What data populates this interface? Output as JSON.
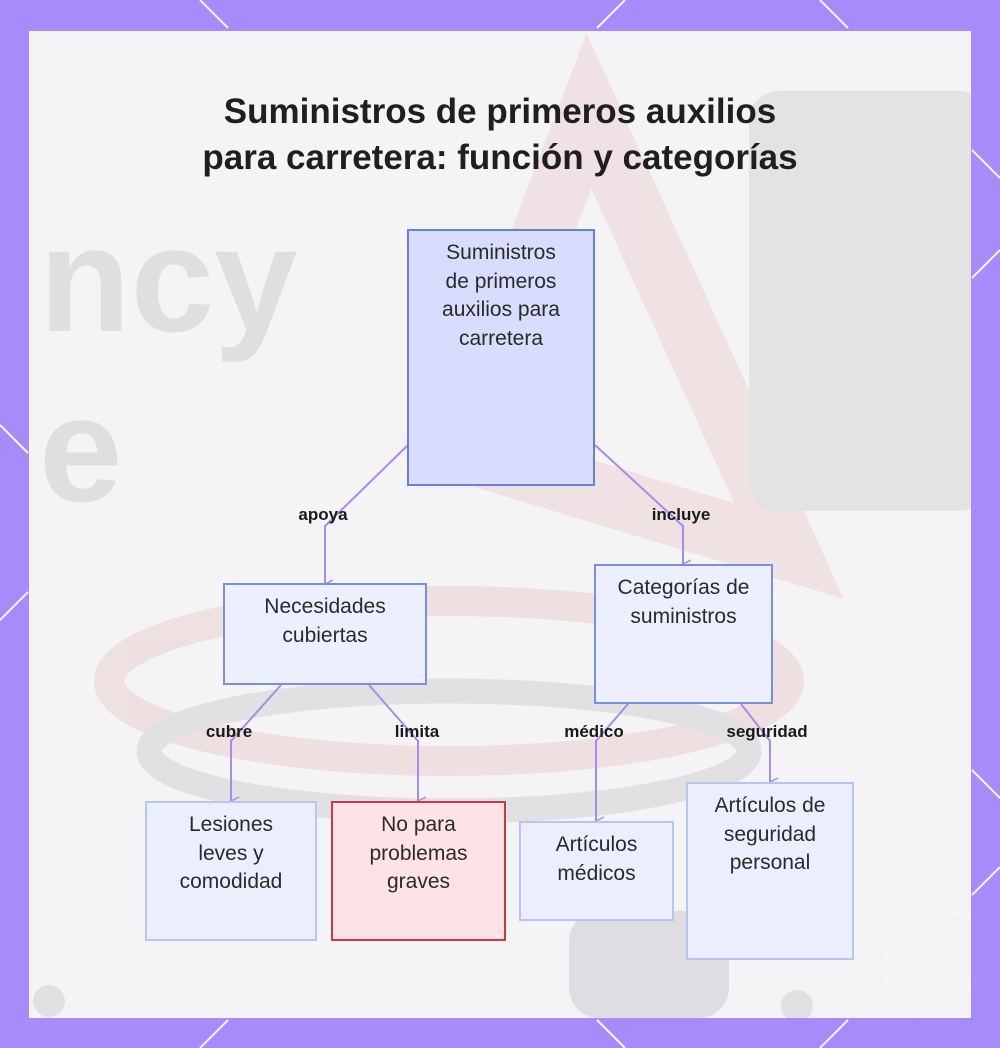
{
  "title_lines": [
    "Suministros de primeros auxilios",
    "para carretera: función y categorías"
  ],
  "nodes": {
    "root": "Suministros de primeros auxilios para carretera",
    "needs": "Necesidades cubiertas",
    "categories": "Categorías de suministros",
    "minor": "Lesiones leves y comodidad",
    "not_serious": "No para problemas graves",
    "medical": "Artículos médicos",
    "safety": "Artículos de seguridad personal"
  },
  "edges": {
    "supports": "apoya",
    "includes": "incluye",
    "covers": "cubre",
    "limits": "limita",
    "medical": "médico",
    "security": "seguridad"
  },
  "colors": {
    "frame": "#a78bfa",
    "edge": "#a98be6",
    "root_fill": "#d8dcfd",
    "warn_border": "#c73a4b"
  }
}
